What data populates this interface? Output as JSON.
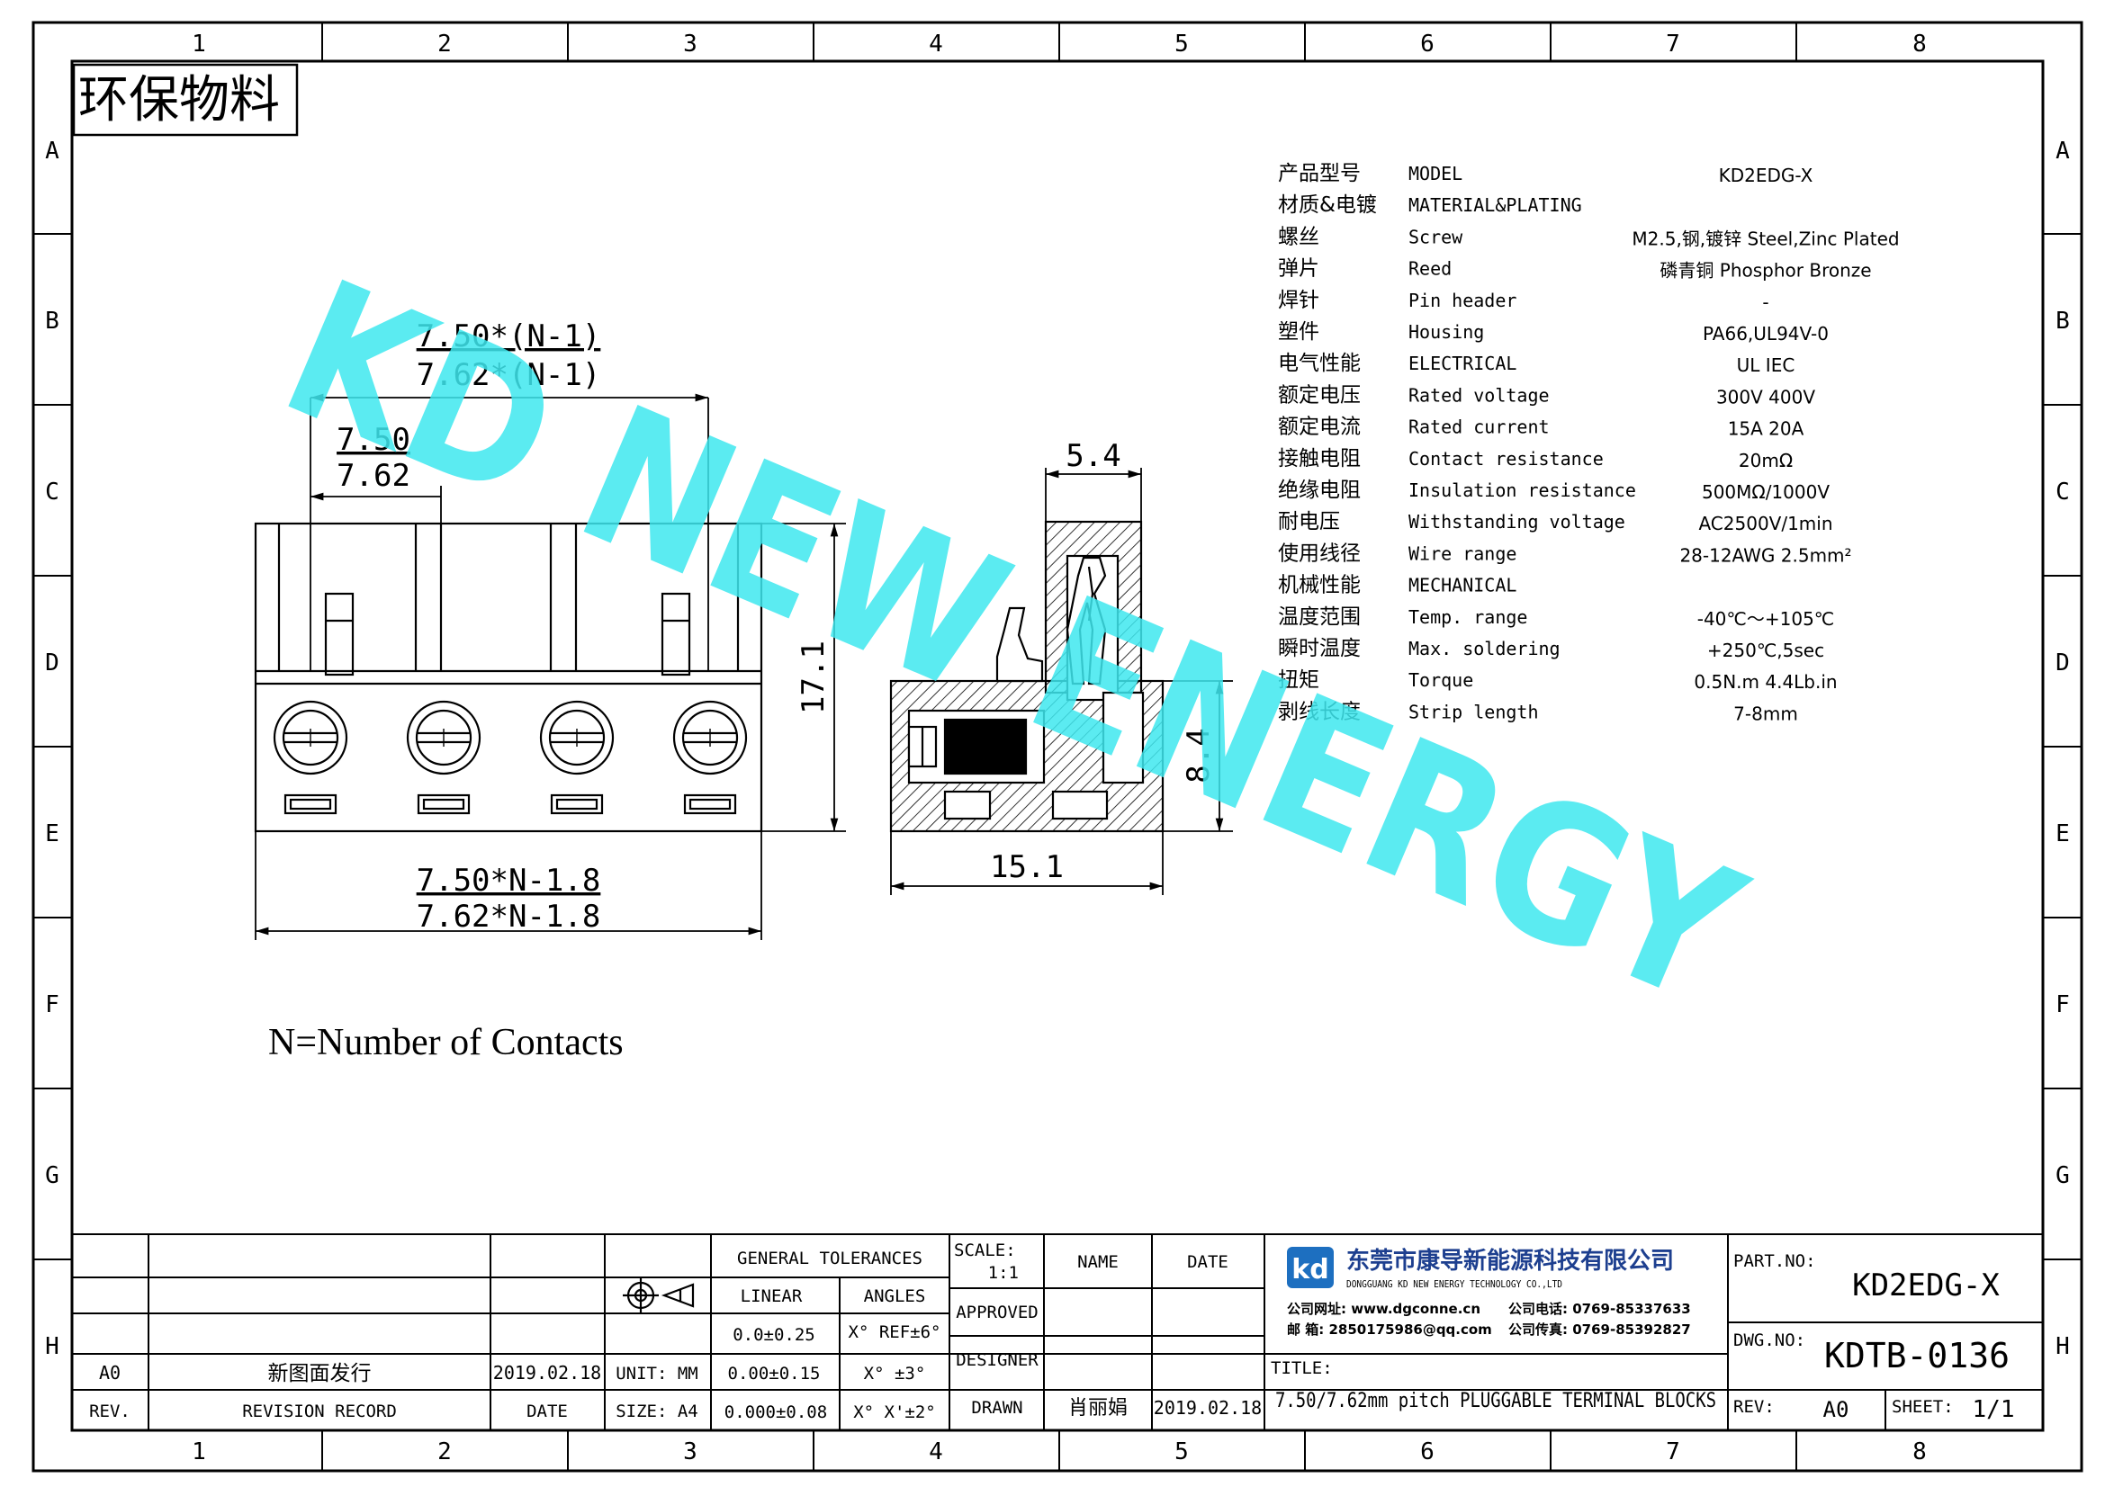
{
  "stamp": "环保物料",
  "grid": {
    "columns": [
      "1",
      "2",
      "3",
      "4",
      "5",
      "6",
      "7",
      "8"
    ],
    "rows": [
      "A",
      "B",
      "C",
      "D",
      "E",
      "F",
      "G",
      "H"
    ]
  },
  "watermark": "KD NEW ENERGY",
  "front_view": {
    "dim_total_750": "7.50*(N-1)",
    "dim_total_762": "7.62*(N-1)",
    "dim_pitch_750": "7.50",
    "dim_pitch_762": "7.62",
    "dim_height": "17.1",
    "dim_width_750": "7.50*N-1.8",
    "dim_width_762": "7.62*N-1.8",
    "contacts": 4
  },
  "side_view": {
    "dim_top": "5.4",
    "dim_height": "8.4",
    "dim_width": "15.1"
  },
  "note": "N=Number of Contacts",
  "specs": [
    {
      "cn": "产品型号",
      "en": "MODEL",
      "val": "KD2EDG-X"
    },
    {
      "cn": "材质&电镀",
      "en": "MATERIAL&PLATING",
      "val": ""
    },
    {
      "cn": "螺丝",
      "en": "Screw",
      "val": "M2.5,钢,镀锌 Steel,Zinc Plated"
    },
    {
      "cn": "弹片",
      "en": "Reed",
      "val": "磷青铜 Phosphor Bronze"
    },
    {
      "cn": "焊针",
      "en": "Pin header",
      "val": "-"
    },
    {
      "cn": "塑件",
      "en": "Housing",
      "val": "PA66,UL94V-0"
    },
    {
      "cn": "电气性能",
      "en": "ELECTRICAL",
      "val": "UL         IEC"
    },
    {
      "cn": "额定电压",
      "en": "Rated voltage",
      "val": "300V        400V"
    },
    {
      "cn": "额定电流",
      "en": "Rated current",
      "val": "15A         20A"
    },
    {
      "cn": "接触电阻",
      "en": "Contact resistance",
      "val": "20mΩ"
    },
    {
      "cn": "绝缘电阻",
      "en": "Insulation resistance",
      "val": "500MΩ/1000V"
    },
    {
      "cn": "耐电压",
      "en": "Withstanding voltage",
      "val": "AC2500V/1min"
    },
    {
      "cn": "使用线径",
      "en": "Wire range",
      "val": "28-12AWG 2.5mm²"
    },
    {
      "cn": "机械性能",
      "en": "MECHANICAL",
      "val": ""
    },
    {
      "cn": "温度范围",
      "en": "Temp. range",
      "val": "-40℃～+105℃"
    },
    {
      "cn": "瞬时温度",
      "en": "Max. soldering",
      "val": "+250℃,5sec"
    },
    {
      "cn": "扭矩",
      "en": "Torque",
      "val": "0.5N.m 4.4Lb.in"
    },
    {
      "cn": "剥线长度",
      "en": "Strip length",
      "val": "7-8mm"
    }
  ],
  "title_block": {
    "general_tolerances": "GENERAL TOLERANCES",
    "linear": "LINEAR",
    "angles": "ANGLES",
    "lin1": "0.0±0.25",
    "ang1": "X° REF±6°",
    "lin2": "0.00±0.15",
    "ang2": "X° ±3°",
    "lin3": "0.000±0.08",
    "ang3": "X° X'±2°",
    "scale_label": "SCALE:",
    "scale_value": "1:1",
    "name_label": "NAME",
    "date_label": "DATE",
    "approved": "APPROVED",
    "designer": "DESIGNER",
    "drawn": "DRAWN",
    "drawn_name": "肖丽娟",
    "drawn_date": "2019.02.18",
    "rev_code": "A0",
    "rev_desc": "新图面发行",
    "rev_date": "2019.02.18",
    "rev_h": "REV.",
    "rev_record_h": "REVISION RECORD",
    "date_h": "DATE",
    "unit": "UNIT: MM",
    "size": "SIZE: A4",
    "company_cn": "东莞市康导新能源科技有限公司",
    "company_en": "DONGGUANG KD NEW ENERGY TECHNOLOGY CO.,LTD",
    "web_label": "公司网址: www.dgconne.cn",
    "tel_label": "公司电话: 0769-85337633",
    "mail_label": "邮    箱: 2850175986@qq.com",
    "fax_label": "公司传真: 0769-85392827",
    "title_label": "TITLE:",
    "title": "7.50/7.62mm pitch PLUGGABLE TERMINAL BLOCKS",
    "part_no_label": "PART.NO:",
    "part_no": "KD2EDG-X",
    "dwg_no_label": "DWG.NO:",
    "dwg_no": "KDTB-0136",
    "rev_label": "REV:",
    "rev": "A0",
    "sheet_label": "SHEET:",
    "sheet": "1/1"
  },
  "colors": {
    "watermark": "#3ee8ef",
    "logo_blue": "#1d6fc0"
  }
}
